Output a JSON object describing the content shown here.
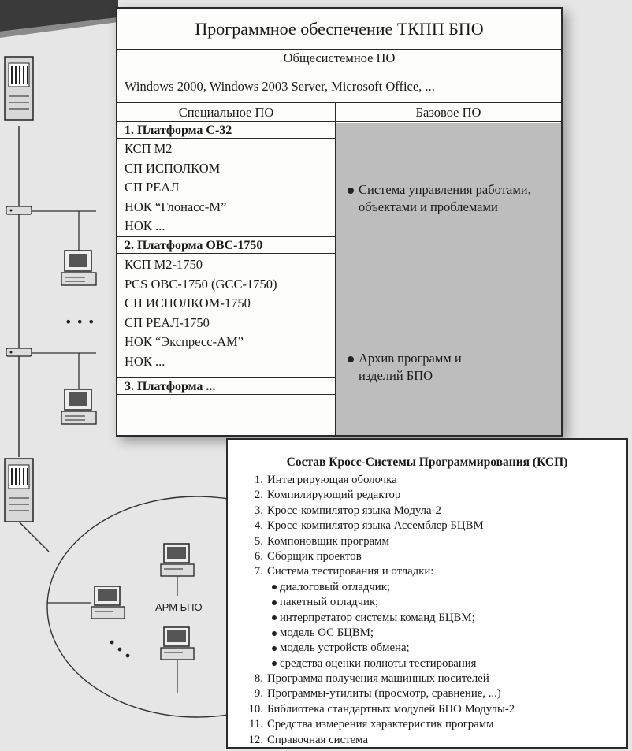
{
  "software_table": {
    "title": "Программное обеспечение ТКПП БПО",
    "system_header": "Общесистемное ПО",
    "system_list": "Windows 2000, Windows 2003 Server, Microsoft Office, ...",
    "special_header": "Специальное ПО",
    "base_header": "Базовое ПО",
    "platforms": [
      {
        "title": "1. Платформа С-32",
        "items": [
          "КСП М2",
          "СП ИСПОЛКОМ",
          "СП РЕАЛ",
          "НОК “Глонасс-М”",
          "НОК ..."
        ]
      },
      {
        "title": "2. Платформа ОВС-1750",
        "items": [
          "КСП М2-1750",
          "PCS OBC-1750 (GCC-1750)",
          "СП ИСПОЛКОМ-1750",
          "СП РЕАЛ-1750",
          "НОК “Экспресс-АМ”",
          "НОК ..."
        ]
      },
      {
        "title": "3. Платформа ...",
        "items": []
      }
    ],
    "base_items": [
      "Система управления работами, объектами и проблемами",
      "Архив программ и изделий БПО"
    ]
  },
  "ksp": {
    "title": "Состав Кросс-Системы Программирования (КСП)",
    "items": [
      {
        "num": "1.",
        "text": "Интегрирующая оболочка"
      },
      {
        "num": "2.",
        "text": "Компилирующий редактор"
      },
      {
        "num": "3.",
        "text": "Кросс-компилятор языка Модула-2"
      },
      {
        "num": "4.",
        "text": "Кросс-компилятор языка  Ассемблер  БЦВМ"
      },
      {
        "num": "5.",
        "text": "Компоновщик программ"
      },
      {
        "num": "6.",
        "text": "Сборщик проектов"
      },
      {
        "num": "7.",
        "text": "Система тестирования и отладки:"
      },
      {
        "sub": true,
        "text": "диалоговый отладчик;"
      },
      {
        "sub": true,
        "text": "пакетный отладчик;"
      },
      {
        "sub": true,
        "text": "интерпретатор системы команд БЦВМ;"
      },
      {
        "sub": true,
        "text": "модель ОС БЦВМ;"
      },
      {
        "sub": true,
        "text": "модель устройств обмена;"
      },
      {
        "sub": true,
        "text": "средства оценки полноты тестирования"
      },
      {
        "num": "8.",
        "text": "Программа получения машинных носителей"
      },
      {
        "num": "9.",
        "text": "Программы-утилиты (просмотр, сравнение, ...)"
      },
      {
        "num": "10.",
        "text": "Библиотека стандартных модулей БПО Модулы-2"
      },
      {
        "num": "11.",
        "text": "Средства измерения характеристик программ"
      },
      {
        "num": "12.",
        "text": "Справочная система"
      }
    ]
  },
  "network": {
    "ellipsis": "• • •",
    "workstation_label": "АРМ БПО"
  },
  "colors": {
    "paper": "#fdfdfb",
    "base_shade": "#bdbdbd",
    "background": "#e6e6e6",
    "ink": "#1a1a1a"
  }
}
